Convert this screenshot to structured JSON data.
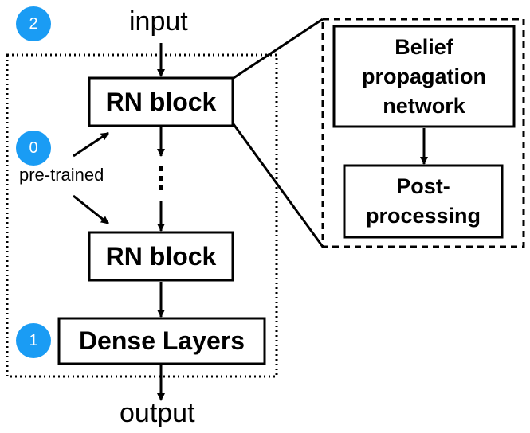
{
  "diagram": {
    "input_label": "input",
    "output_label": "output",
    "pretrained_label": "pre-trained",
    "rn_block_top": "RN block",
    "rn_block_bottom": "RN block",
    "dense_layers": "Dense Layers",
    "bp_network_line1": "Belief",
    "bp_network_line2": "propagation",
    "bp_network_line3": "network",
    "post_line1": "Post-",
    "post_line2": "processing",
    "badges": [
      "0",
      "1",
      "2"
    ]
  }
}
